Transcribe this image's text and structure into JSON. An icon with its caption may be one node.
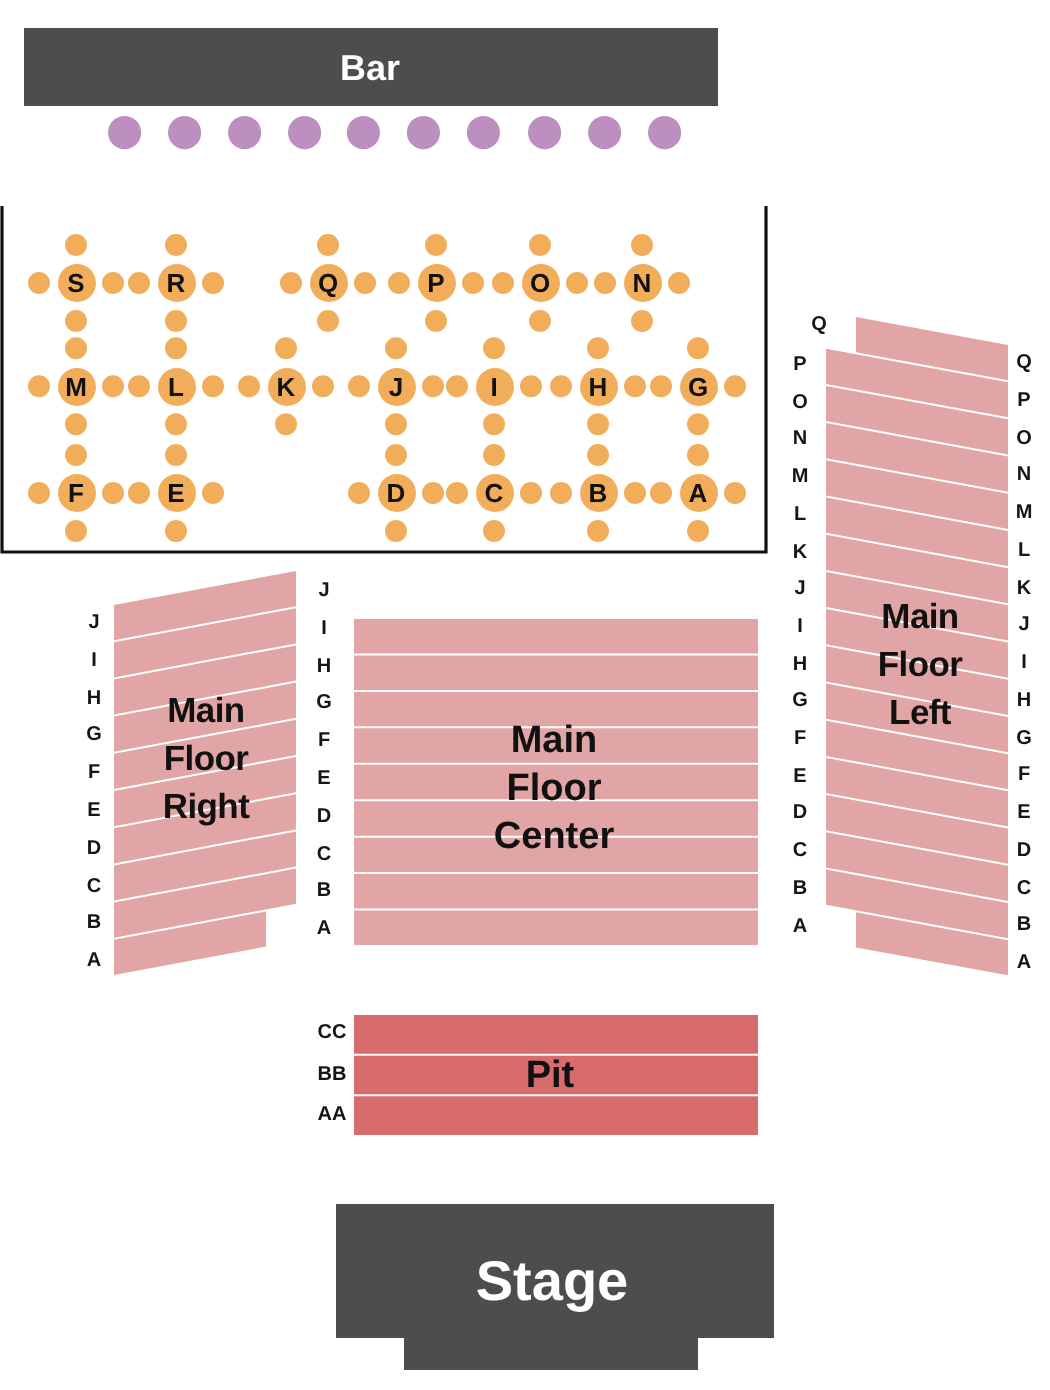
{
  "diagram": {
    "nodes": [
      {
        "text": [
          "Bar"
        ]
      },
      {
        "text": [],
        "shape": "box"
      },
      {
        "text": [
          "S"
        ],
        "in": 1
      },
      {
        "text": [
          "R"
        ],
        "in": 1
      },
      {
        "text": [
          "Q"
        ],
        "in": 1
      },
      {
        "text": [
          "P"
        ],
        "in": 1
      },
      {
        "text": [
          "O"
        ],
        "in": 1
      },
      {
        "text": [
          "N"
        ],
        "in": 1
      },
      {
        "text": [
          "M"
        ],
        "in": 1
      },
      {
        "text": [
          "L"
        ],
        "in": 1
      },
      {
        "text": [
          "K"
        ],
        "in": 1
      },
      {
        "text": [
          "J"
        ],
        "in": 1
      },
      {
        "text": [
          "I"
        ],
        "in": 1
      },
      {
        "text": [
          "H"
        ],
        "in": 1
      },
      {
        "text": [
          "G"
        ],
        "in": 1
      },
      {
        "text": [
          "F"
        ],
        "in": 1
      },
      {
        "text": [
          "E"
        ],
        "in": 1
      },
      {
        "text": [
          "D"
        ],
        "in": 1
      },
      {
        "text": [
          "C"
        ],
        "in": 1
      },
      {
        "text": [
          "B"
        ],
        "in": 1
      },
      {
        "text": [
          "A"
        ],
        "in": 1
      },
      {
        "text": [
          "Main Floor Right"
        ],
        "beside": [
          "J",
          "I",
          "H",
          "G",
          "F",
          "E",
          "D",
          "C",
          "B",
          "A"
        ]
      },
      {
        "text": [
          "Main Floor Center"
        ],
        "beside": [
          "J",
          "I",
          "H",
          "G",
          "F",
          "E",
          "D",
          "C",
          "B",
          "A"
        ]
      },
      {
        "text": [
          "Main Floor Left"
        ],
        "beside": [
          "Q",
          "P",
          "O",
          "N",
          "M",
          "L",
          "K",
          "J",
          "I",
          "H",
          "G",
          "F",
          "E",
          "D",
          "C",
          "B",
          "A",
          "Q",
          "P",
          "O",
          "N",
          "M",
          "L",
          "K",
          "J",
          "I",
          "H",
          "G",
          "F",
          "E",
          "D",
          "C",
          "B",
          "A"
        ]
      },
      {
        "text": [
          "Pit"
        ],
        "beside": [
          "CC",
          "BB",
          "AA"
        ]
      },
      {
        "text": [
          "Stage"
        ]
      }
    ]
  }
}
